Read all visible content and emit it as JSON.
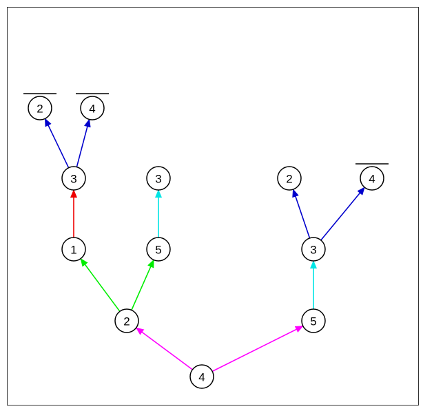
{
  "diagram": {
    "nodes": [
      {
        "id": "root",
        "label": "4"
      },
      {
        "id": "n2a",
        "label": "2"
      },
      {
        "id": "n5b",
        "label": "5"
      },
      {
        "id": "n1",
        "label": "1"
      },
      {
        "id": "n5a",
        "label": "5"
      },
      {
        "id": "n3b",
        "label": "3"
      },
      {
        "id": "n3a",
        "label": "3"
      },
      {
        "id": "n3c",
        "label": "3"
      },
      {
        "id": "n2b",
        "label": "2"
      },
      {
        "id": "n4a",
        "label": "4"
      },
      {
        "id": "n2c",
        "label": "2"
      },
      {
        "id": "n4b",
        "label": "4"
      }
    ],
    "edges": [
      {
        "from": "root",
        "to": "n2a",
        "color": "#ff00ff"
      },
      {
        "from": "root",
        "to": "n5b",
        "color": "#ff00ff"
      },
      {
        "from": "n2a",
        "to": "n1",
        "color": "#00ee00"
      },
      {
        "from": "n2a",
        "to": "n5a",
        "color": "#00ee00"
      },
      {
        "from": "n5b",
        "to": "n3b",
        "color": "#00e5e5"
      },
      {
        "from": "n1",
        "to": "n3a",
        "color": "#ee0000"
      },
      {
        "from": "n5a",
        "to": "n3c",
        "color": "#00e5e5"
      },
      {
        "from": "n3a",
        "to": "n2b",
        "color": "#0000cc"
      },
      {
        "from": "n3a",
        "to": "n4a",
        "color": "#0000cc"
      },
      {
        "from": "n3b",
        "to": "n2c",
        "color": "#0000cc"
      },
      {
        "from": "n3b",
        "to": "n4b",
        "color": "#0000cc"
      }
    ],
    "overlined": [
      "n2b",
      "n4a",
      "n4b"
    ]
  }
}
